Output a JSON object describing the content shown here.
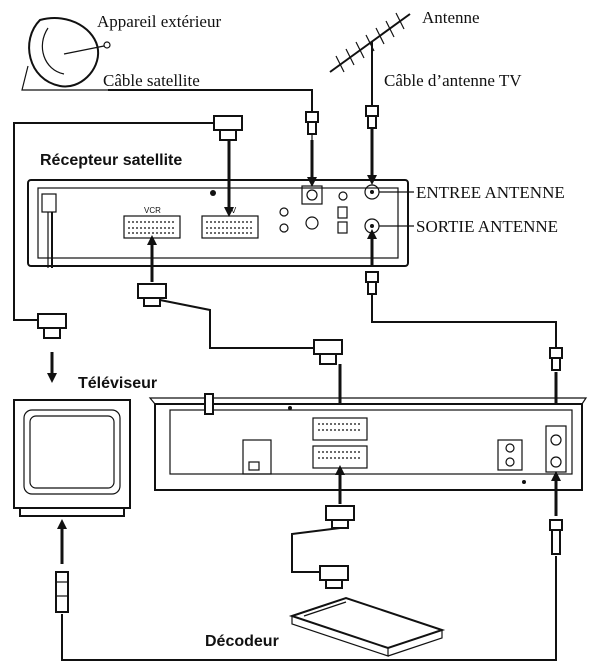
{
  "labels": {
    "outdoor_unit": "Appareil extérieur",
    "satellite_cable": "Câble satellite",
    "antenna": "Antenne",
    "tv_antenna_cable": "Câble d’antenne TV",
    "satellite_receiver": "Récepteur satellite",
    "antenna_in": "ENTREE ANTENNE",
    "antenna_out": "SORTIE ANTENNE",
    "television": "Téléviseur",
    "decoder": "Décodeur",
    "vcr_port": "VCR",
    "tv_port": "TV"
  }
}
